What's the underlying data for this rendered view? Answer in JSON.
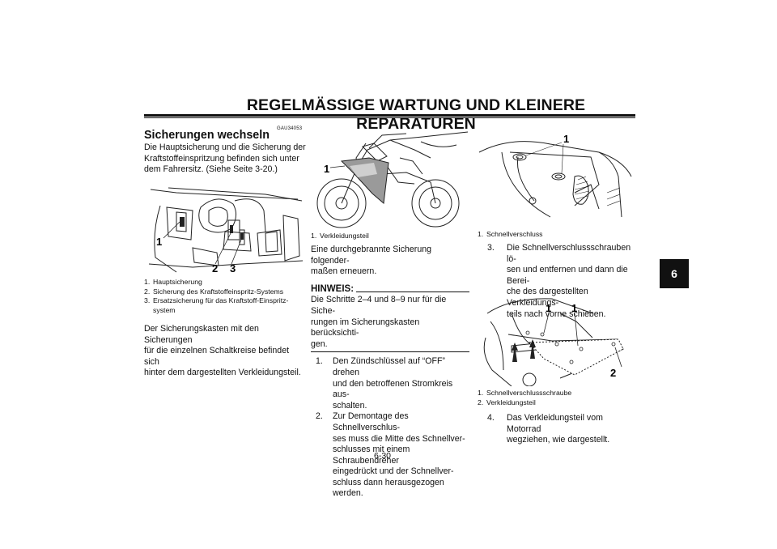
{
  "header": {
    "title": "REGELMÄSSIGE WARTUNG UND KLEINERE REPARATUREN"
  },
  "chapter_tab": "6",
  "page_number": "6-30",
  "left": {
    "code": "GAU34053",
    "heading": "Sicherungen wechseln",
    "intro": [
      "Die Hauptsicherung und die Sicherung der",
      "Kraftstoffeinspritzung befinden sich unter",
      "dem Fahrersitz. (Siehe Seite 3-20.)"
    ],
    "figure_labels": [
      "1",
      "2",
      "3"
    ],
    "captions": [
      {
        "num": "1.",
        "text": "Hauptsicherung"
      },
      {
        "num": "2.",
        "text": "Sicherung des Kraftstoffeinspritz-Systems"
      },
      {
        "num": "3.",
        "text": "Ersatzsicherung für das Kraftstoff-Einspritz-"
      },
      {
        "num": "",
        "text": "system"
      }
    ],
    "body": [
      "Der Sicherungskasten mit den Sicherungen",
      "für die einzelnen Schaltkreise befindet sich",
      "hinter dem dargestellten Verkleidungsteil."
    ]
  },
  "middle": {
    "figure_labels": [
      "1"
    ],
    "captions": [
      {
        "num": "1.",
        "text": "Verkleidungsteil"
      }
    ],
    "body": [
      "Eine durchgebrannte Sicherung folgender-",
      "maßen erneuern."
    ],
    "hinweis_title": "HINWEIS:",
    "hinweis_text": [
      "Die Schritte 2–4 und 8–9 nur für die Siche-",
      "rungen im Sicherungskasten berücksichti-",
      "gen."
    ],
    "steps": [
      {
        "num": "1.",
        "lines": [
          "Den Zündschlüssel auf “OFF” drehen",
          "und den betroffenen Stromkreis aus-",
          "schalten."
        ]
      },
      {
        "num": "2.",
        "lines": [
          "Zur Demontage des Schnellverschlus-",
          "ses muss die Mitte des Schnellver-",
          "schlusses mit einem Schraubendreher",
          "eingedrückt und der Schnellver-",
          "schluss dann herausgezogen werden."
        ]
      }
    ]
  },
  "right": {
    "figure1_labels": [
      "1"
    ],
    "captions1": [
      {
        "num": "1.",
        "text": "Schnellverschluss"
      }
    ],
    "step3": {
      "num": "3.",
      "lines": [
        "Die Schnellverschlussschrauben lö-",
        "sen und entfernen und dann die Berei-",
        "che des dargestellten Verkleidungs-",
        "teils nach vorne schieben."
      ]
    },
    "figure2_labels": [
      "1",
      "1",
      "2"
    ],
    "captions2": [
      {
        "num": "1.",
        "text": "Schnellverschlussschraube"
      },
      {
        "num": "2.",
        "text": "Verkleidungsteil"
      }
    ],
    "step4": {
      "num": "4.",
      "lines": [
        "Das Verkleidungsteil vom Motorrad",
        "wegziehen, wie dargestellt."
      ]
    }
  }
}
